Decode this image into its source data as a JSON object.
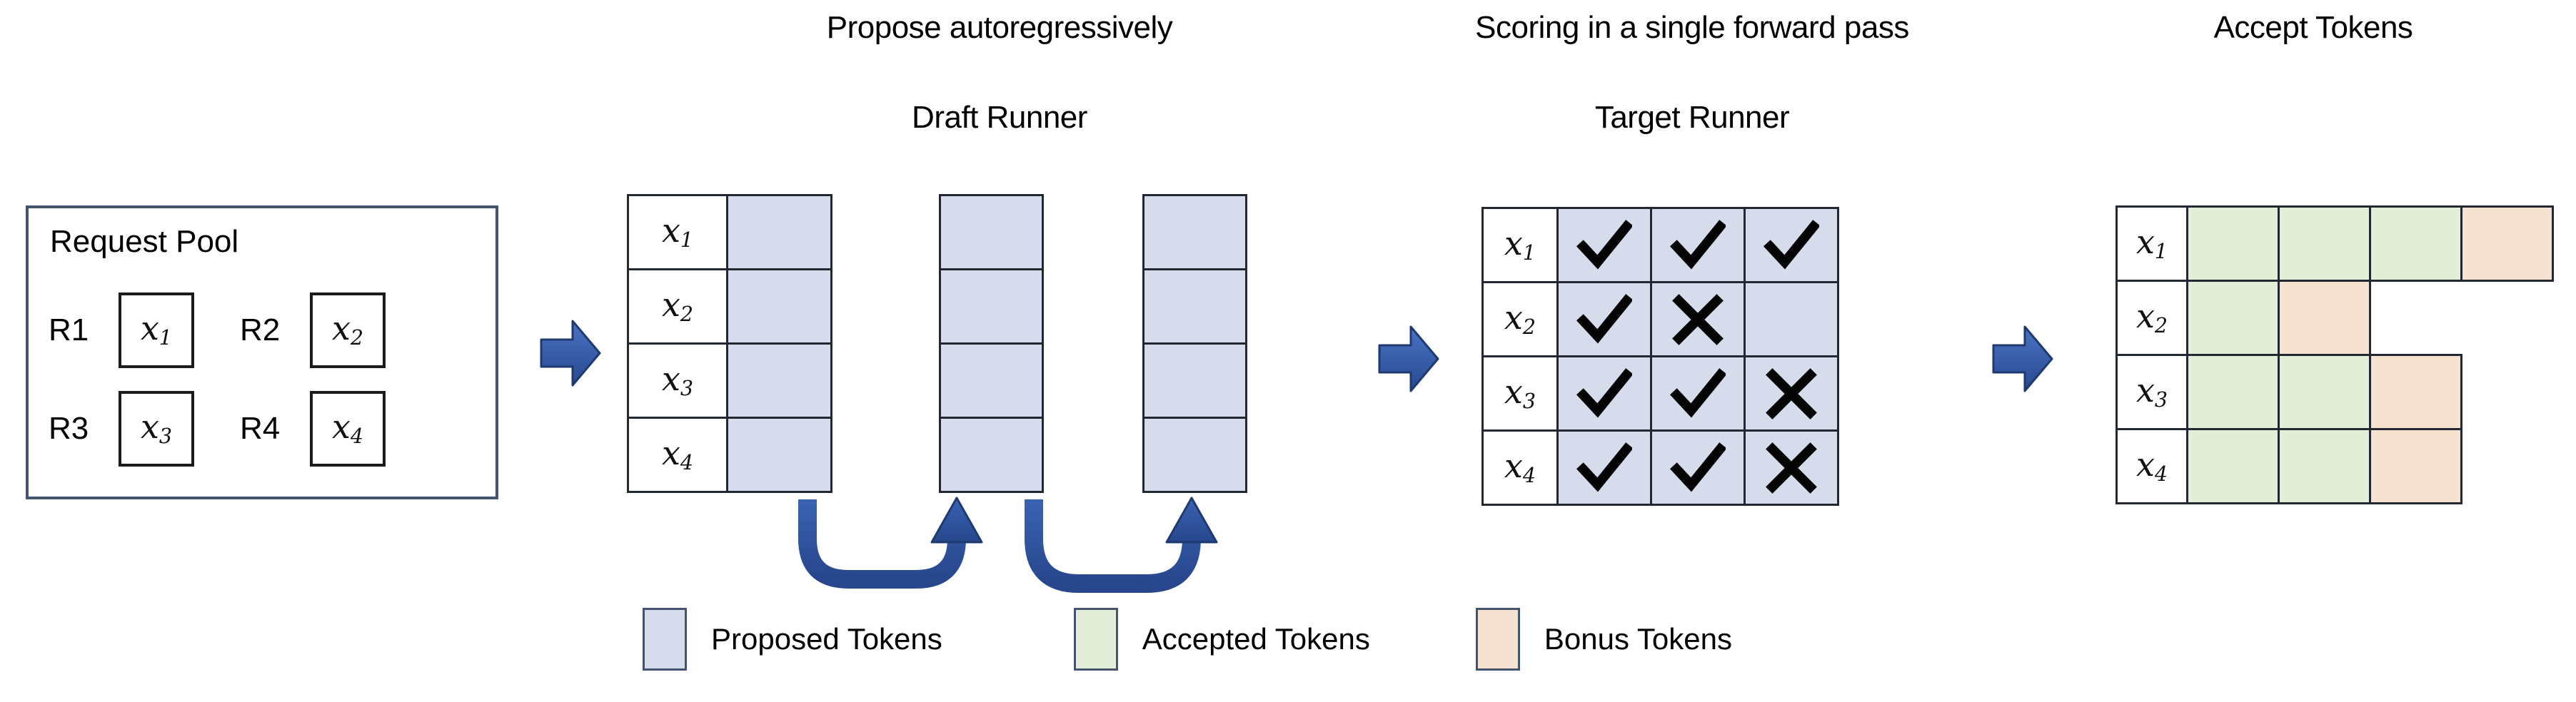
{
  "headers": {
    "propose": "Propose autoregressively",
    "draft_runner": "Draft Runner",
    "scoring": "Scoring in a single forward pass",
    "target_runner": "Target Runner",
    "accept": "Accept Tokens"
  },
  "request_pool": {
    "title": "Request Pool",
    "requests": [
      {
        "label": "R1",
        "token": "x",
        "sub": "1"
      },
      {
        "label": "R2",
        "token": "x",
        "sub": "2"
      },
      {
        "label": "R3",
        "token": "x",
        "sub": "3"
      },
      {
        "label": "R4",
        "token": "x",
        "sub": "4"
      }
    ]
  },
  "draft_runner": {
    "row_labels": [
      {
        "token": "x",
        "sub": "1"
      },
      {
        "token": "x",
        "sub": "2"
      },
      {
        "token": "x",
        "sub": "3"
      },
      {
        "token": "x",
        "sub": "4"
      }
    ],
    "steps": 3,
    "rows": 4,
    "cell_type": "proposed"
  },
  "target_runner": {
    "row_labels": [
      {
        "token": "x",
        "sub": "1"
      },
      {
        "token": "x",
        "sub": "2"
      },
      {
        "token": "x",
        "sub": "3"
      },
      {
        "token": "x",
        "sub": "4"
      }
    ],
    "marks": [
      [
        "check",
        "check",
        "check"
      ],
      [
        "check",
        "cross",
        "blank"
      ],
      [
        "check",
        "check",
        "cross"
      ],
      [
        "check",
        "check",
        "cross"
      ]
    ]
  },
  "accept_tokens": {
    "row_labels": [
      {
        "token": "x",
        "sub": "1"
      },
      {
        "token": "x",
        "sub": "2"
      },
      {
        "token": "x",
        "sub": "3"
      },
      {
        "token": "x",
        "sub": "4"
      }
    ],
    "rows": [
      [
        "accepted",
        "accepted",
        "accepted",
        "bonus"
      ],
      [
        "accepted",
        "bonus"
      ],
      [
        "accepted",
        "accepted",
        "bonus"
      ],
      [
        "accepted",
        "accepted",
        "bonus"
      ]
    ]
  },
  "legend": [
    {
      "name": "proposed",
      "label": "Proposed Tokens",
      "color": "#d6dcec"
    },
    {
      "name": "accepted",
      "label": "Accepted Tokens",
      "color": "#e3edd8"
    },
    {
      "name": "bonus",
      "label": "Bonus Tokens",
      "color": "#f5e2d0"
    }
  ],
  "colors": {
    "proposed": "#d6dcec",
    "accepted": "#e3edd8",
    "bonus": "#f5e2d0",
    "arrow_blue": "#2f5597",
    "border": "#222731",
    "panel_border": "#45546e"
  }
}
